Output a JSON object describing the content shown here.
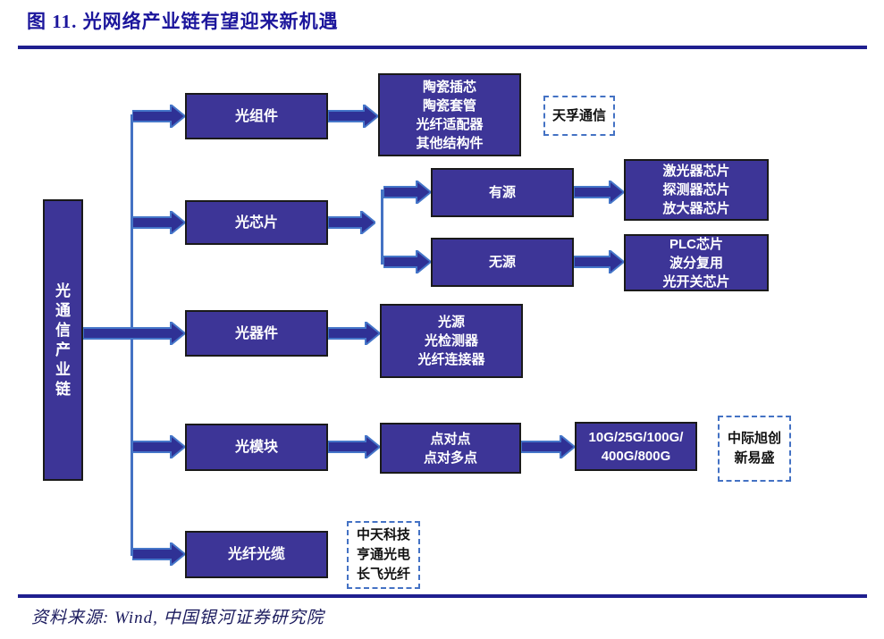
{
  "title": "图 11. 光网络产业链有望迎来新机遇",
  "source": "资料来源: Wind, 中国银河证券研究院",
  "colors": {
    "box_fill": "#3d3597",
    "box_border": "#1a1a1a",
    "arrow_fill": "#2f3195",
    "arrow_stroke": "#4576c9",
    "connector": "#4472c4",
    "dashed_border": "#4472c4",
    "title_color": "#1c169c",
    "rule_color": "#1f1f8f",
    "source_color": "#1b1b5e"
  },
  "diagram": {
    "root_chars": [
      "光",
      "通",
      "信",
      "产",
      "业",
      "链"
    ],
    "rows": [
      {
        "category": "光组件",
        "details": [
          "陶瓷插芯",
          "陶瓷套管",
          "光纤适配器",
          "其他结构件"
        ],
        "companies": [
          "天孚通信"
        ]
      },
      {
        "category": "光芯片",
        "branches": [
          {
            "label": "有源",
            "details": [
              "激光器芯片",
              "探测器芯片",
              "放大器芯片"
            ]
          },
          {
            "label": "无源",
            "details": [
              "PLC芯片",
              "波分复用",
              "光开关芯片"
            ]
          }
        ]
      },
      {
        "category": "光器件",
        "details": [
          "光源",
          "光检测器",
          "光纤连接器"
        ]
      },
      {
        "category": "光模块",
        "details": [
          "点对点",
          "点对多点"
        ],
        "speeds": [
          "10G/25G/100G/",
          "400G/800G"
        ],
        "companies": [
          "中际旭创",
          "新易盛"
        ]
      },
      {
        "category": "光纤光缆",
        "companies": [
          "中天科技",
          "亨通光电",
          "长飞光纤"
        ]
      }
    ]
  }
}
